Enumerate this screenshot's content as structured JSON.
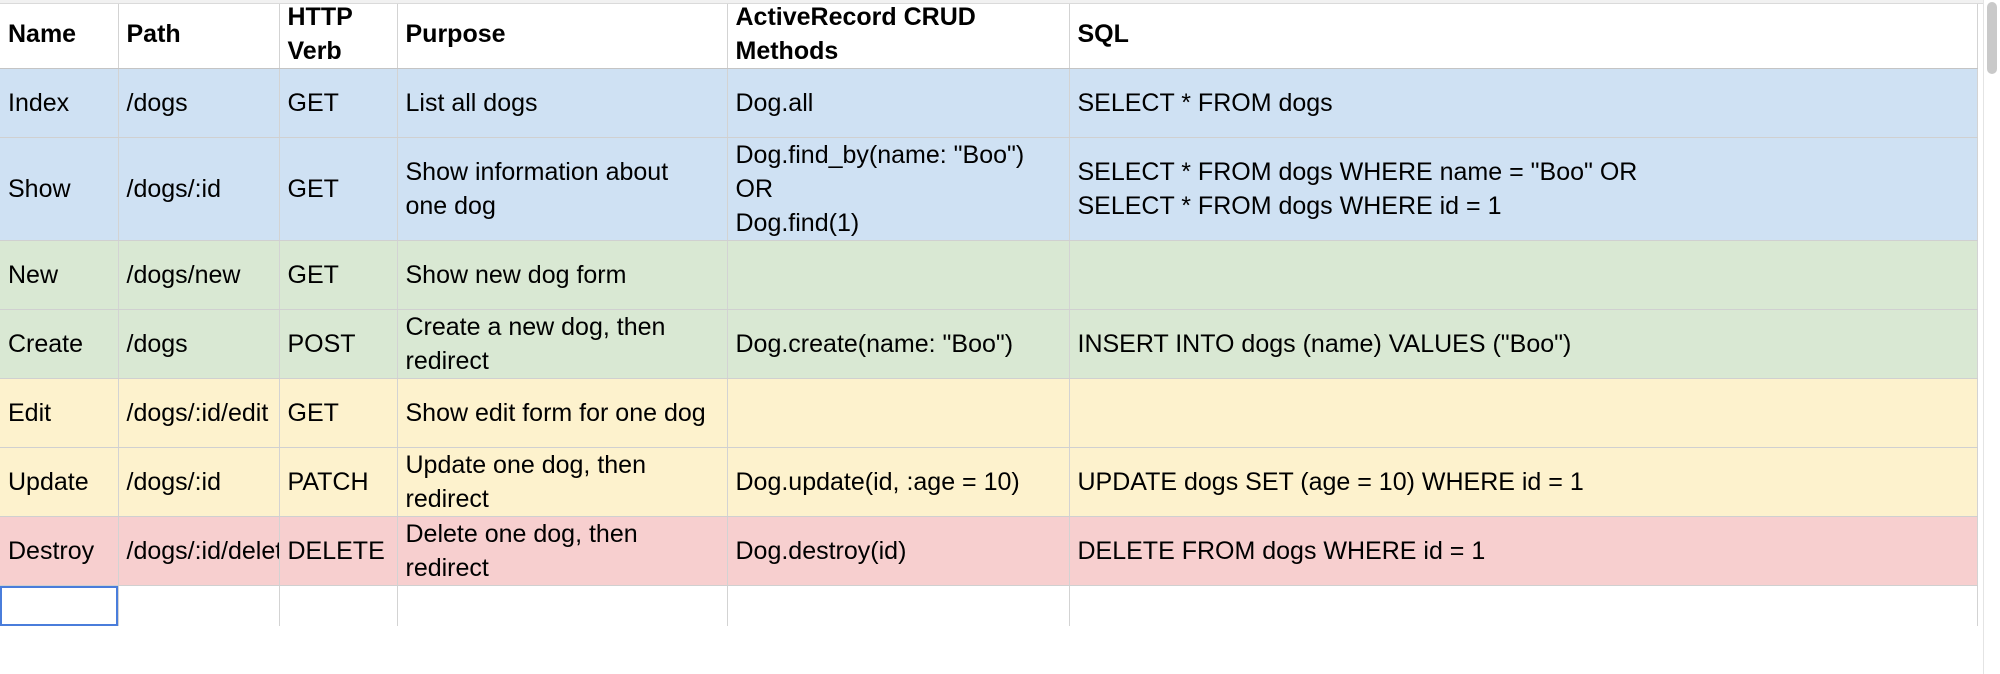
{
  "table": {
    "columns": [
      "Name",
      "Path",
      "HTTP Verb",
      "Purpose",
      "ActiveRecord CRUD Methods",
      "SQL"
    ],
    "rows": [
      {
        "name": "Index",
        "path": "/dogs",
        "verb": "GET",
        "purpose": "List all dogs",
        "activerecord": "Dog.all",
        "sql": "SELECT * FROM dogs",
        "color": "#cfe1f3"
      },
      {
        "name": "Show",
        "path": "/dogs/:id",
        "verb": "GET",
        "purpose": "Show information about one dog",
        "activerecord": "Dog.find_by(name: \"Boo\") OR\nDog.find(1)",
        "sql": "SELECT * FROM dogs WHERE name = \"Boo\" OR\nSELECT * FROM dogs WHERE id = 1",
        "color": "#cfe1f3"
      },
      {
        "name": "New",
        "path": "/dogs/new",
        "verb": "GET",
        "purpose": "Show new dog form",
        "activerecord": "",
        "sql": "",
        "color": "#d9e8d3"
      },
      {
        "name": "Create",
        "path": "/dogs",
        "verb": "POST",
        "purpose": "Create a new dog, then redirect",
        "activerecord": "Dog.create(name: \"Boo\")",
        "sql": "INSERT INTO dogs (name) VALUES (\"Boo\")",
        "color": "#d9e8d3"
      },
      {
        "name": "Edit",
        "path": "/dogs/:id/edit",
        "verb": "GET",
        "purpose": "Show edit form for one dog",
        "activerecord": "",
        "sql": "",
        "color": "#fdf2cd"
      },
      {
        "name": "Update",
        "path": "/dogs/:id",
        "verb": "PATCH",
        "purpose": "Update one dog, then redirect",
        "activerecord": "Dog.update(id, :age = 10)",
        "sql": "UPDATE dogs SET (age = 10) WHERE id = 1",
        "color": "#fdf2cd"
      },
      {
        "name": "Destroy",
        "path": "/dogs/:id/delete",
        "verb": "DELETE",
        "purpose": "Delete one dog, then redirect",
        "activerecord": "Dog.destroy(id)",
        "sql": "DELETE FROM dogs WHERE id = 1",
        "color": "#f7cfcf"
      }
    ],
    "empty_row": {
      "name": "",
      "path": "",
      "verb": "",
      "purpose": "",
      "activerecord": "",
      "sql": "",
      "color": "#ffffff"
    }
  },
  "colors": {
    "blue_rows": "#cfe1f3",
    "green_rows": "#d9e8d3",
    "yellow_rows": "#fdf2cd",
    "red_rows": "#f7cfcf",
    "selection_outline": "#4a7ddb",
    "grid_line": "#d3d3d3",
    "scrollbar_thumb": "#c9c9c9"
  }
}
